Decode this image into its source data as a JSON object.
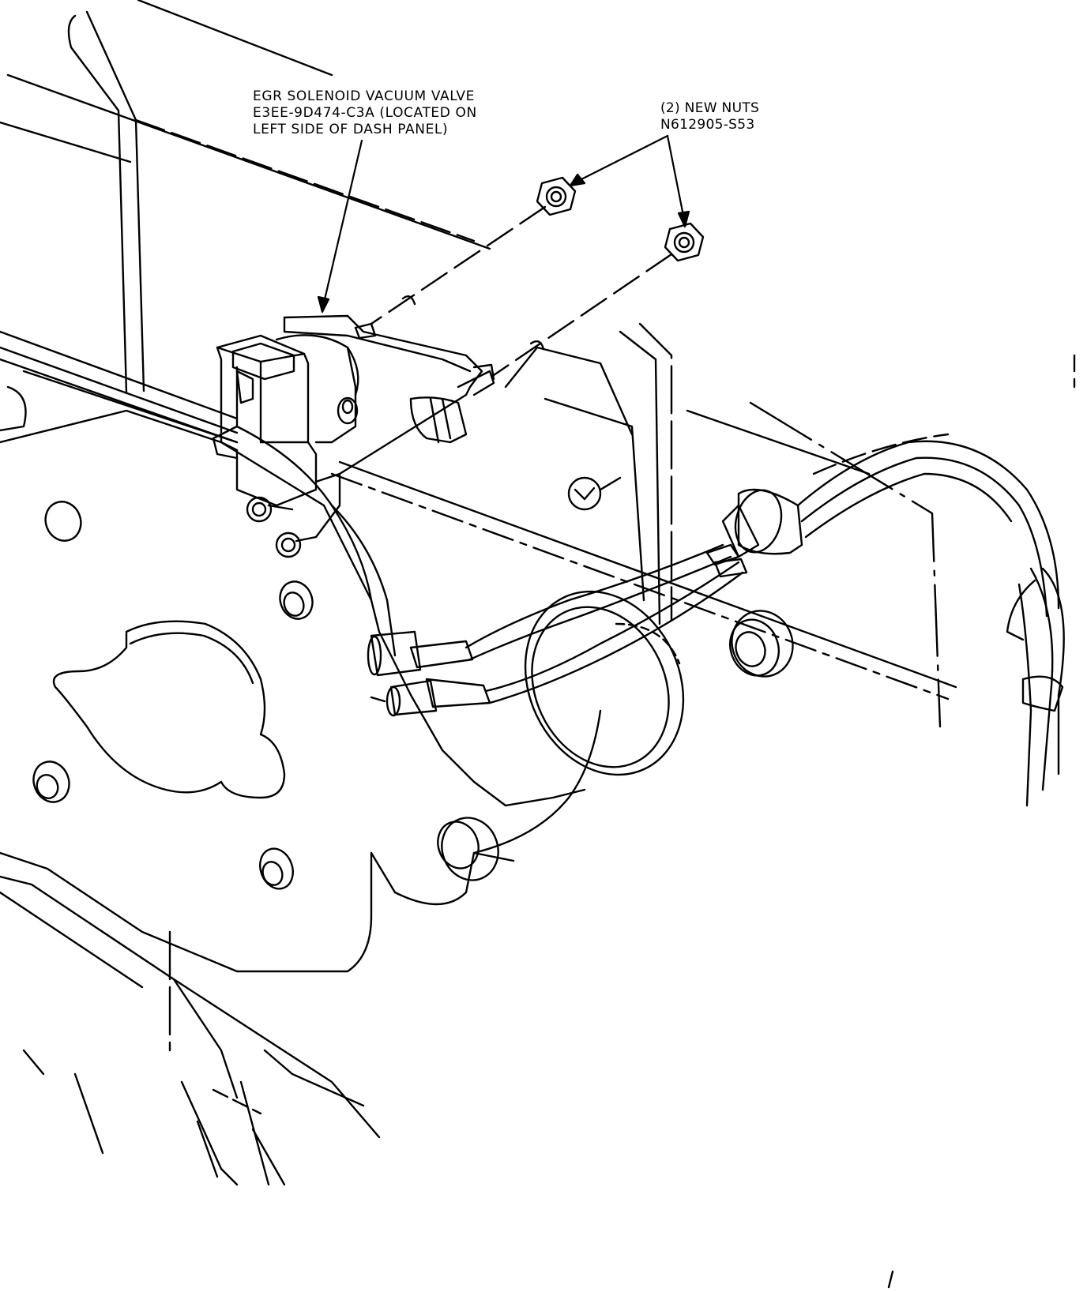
{
  "callouts": {
    "egr_valve": {
      "line1": "EGR SOLENOID VACUUM VALVE",
      "line2": "E3EE-9D474-C3A (LOCATED ON",
      "line3": "LEFT SIDE OF DASH PANEL)"
    },
    "nuts": {
      "line1": "(2) NEW NUTS",
      "line2": "N612905-S53"
    }
  },
  "colors": {
    "ink": "#000000",
    "paper": "#ffffff"
  }
}
